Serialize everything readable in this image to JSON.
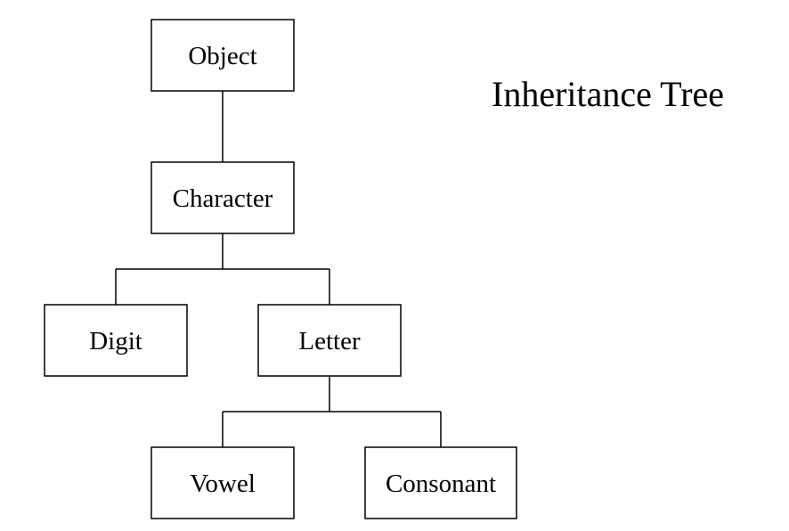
{
  "diagram": {
    "title": "Inheritance Tree",
    "nodes": [
      {
        "id": "object",
        "label": "Object"
      },
      {
        "id": "character",
        "label": "Character"
      },
      {
        "id": "digit",
        "label": "Digit"
      },
      {
        "id": "letter",
        "label": "Letter"
      },
      {
        "id": "vowel",
        "label": "Vowel"
      },
      {
        "id": "consonant",
        "label": "Consonant"
      }
    ],
    "edges": [
      {
        "from": "object",
        "to": "character"
      },
      {
        "from": "character",
        "to": "digit"
      },
      {
        "from": "character",
        "to": "letter"
      },
      {
        "from": "letter",
        "to": "vowel"
      },
      {
        "from": "letter",
        "to": "consonant"
      }
    ]
  }
}
